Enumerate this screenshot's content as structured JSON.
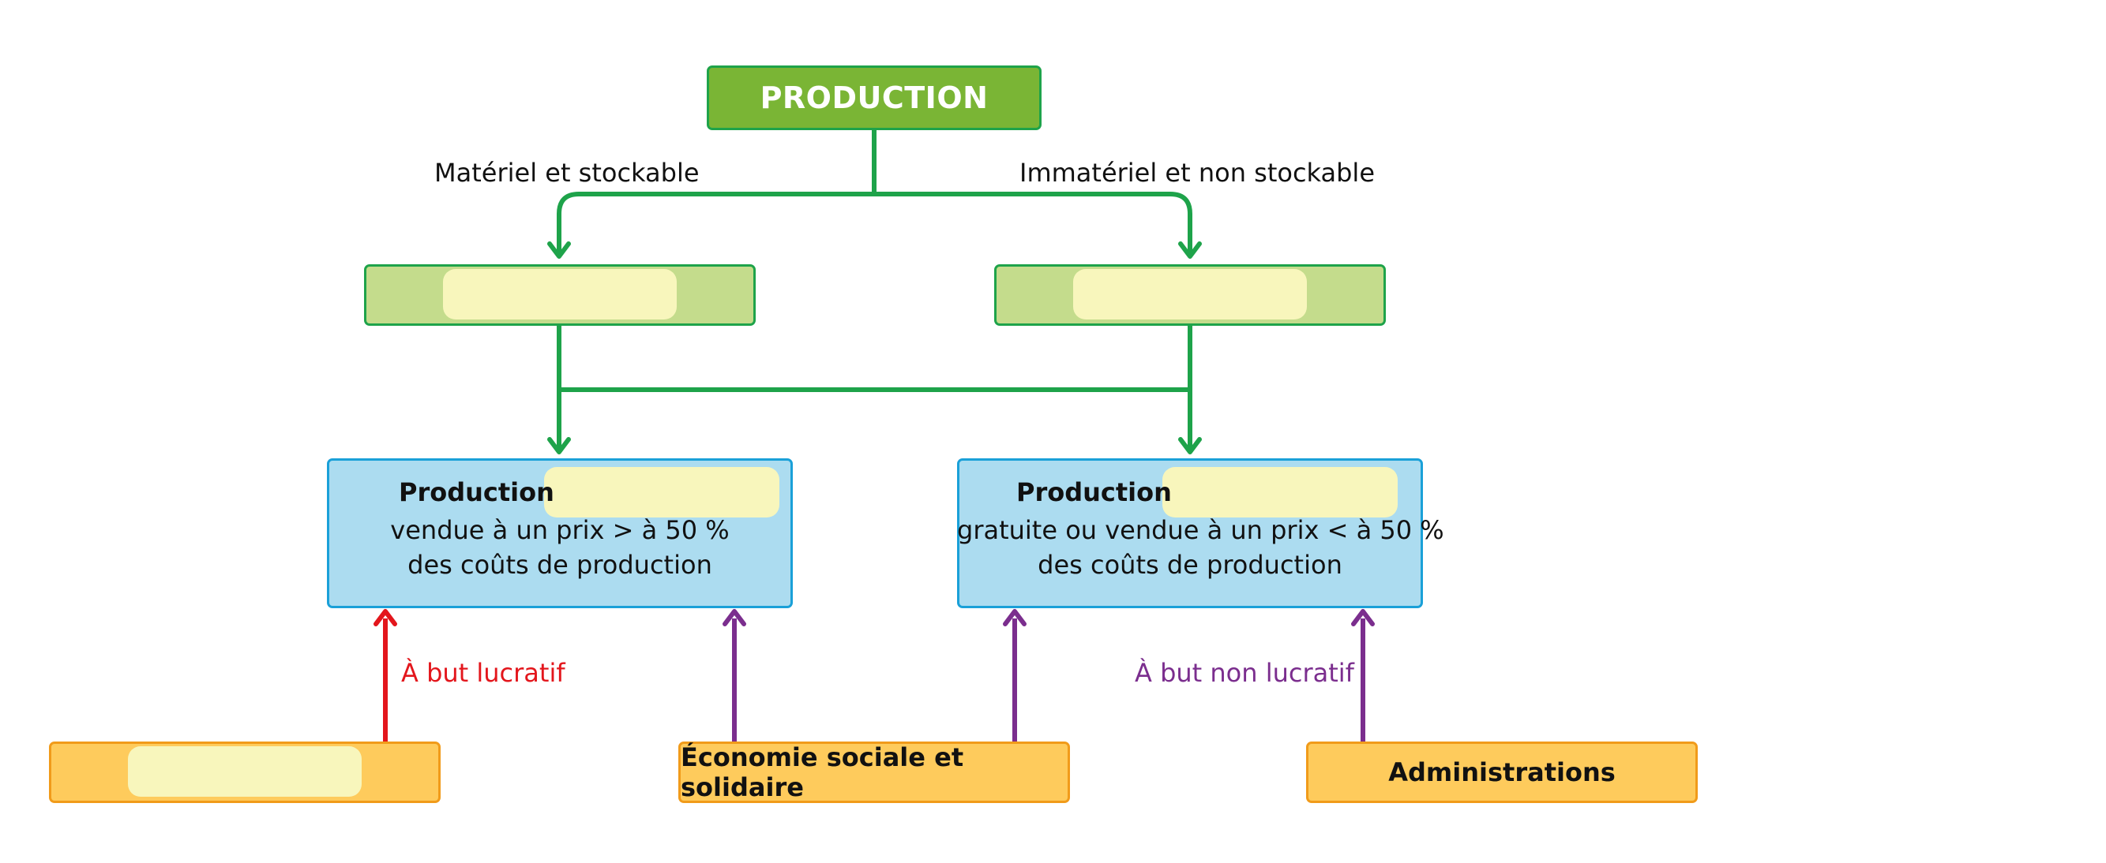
{
  "root": {
    "label": "PRODUCTION"
  },
  "edge_labels": {
    "left": "Matériel et stockable",
    "right": "Immatériel et non stockable",
    "lucratif": "À but lucratif",
    "non_lucratif": "À but non lucratif"
  },
  "production_left": {
    "title": "Production",
    "line1": "vendue à un prix > à 50 %",
    "line2": "des coûts de production"
  },
  "production_right": {
    "title": "Production",
    "line1": "gratuite ou vendue à un prix < à 50 %",
    "line2": "des coûts de production"
  },
  "actors": {
    "middle": "Économie sociale et solidaire",
    "right": "Administrations"
  },
  "colors": {
    "green_line": "#1ea34a",
    "red_arrow": "#e3161c",
    "purple_arrow": "#7b2e8e",
    "root_fill": "#7ab535",
    "green_box": "#c4dc8c",
    "blue_box": "#acdcf0",
    "orange_box": "#fecb5c",
    "blank_fill": "#f8f6bc"
  }
}
